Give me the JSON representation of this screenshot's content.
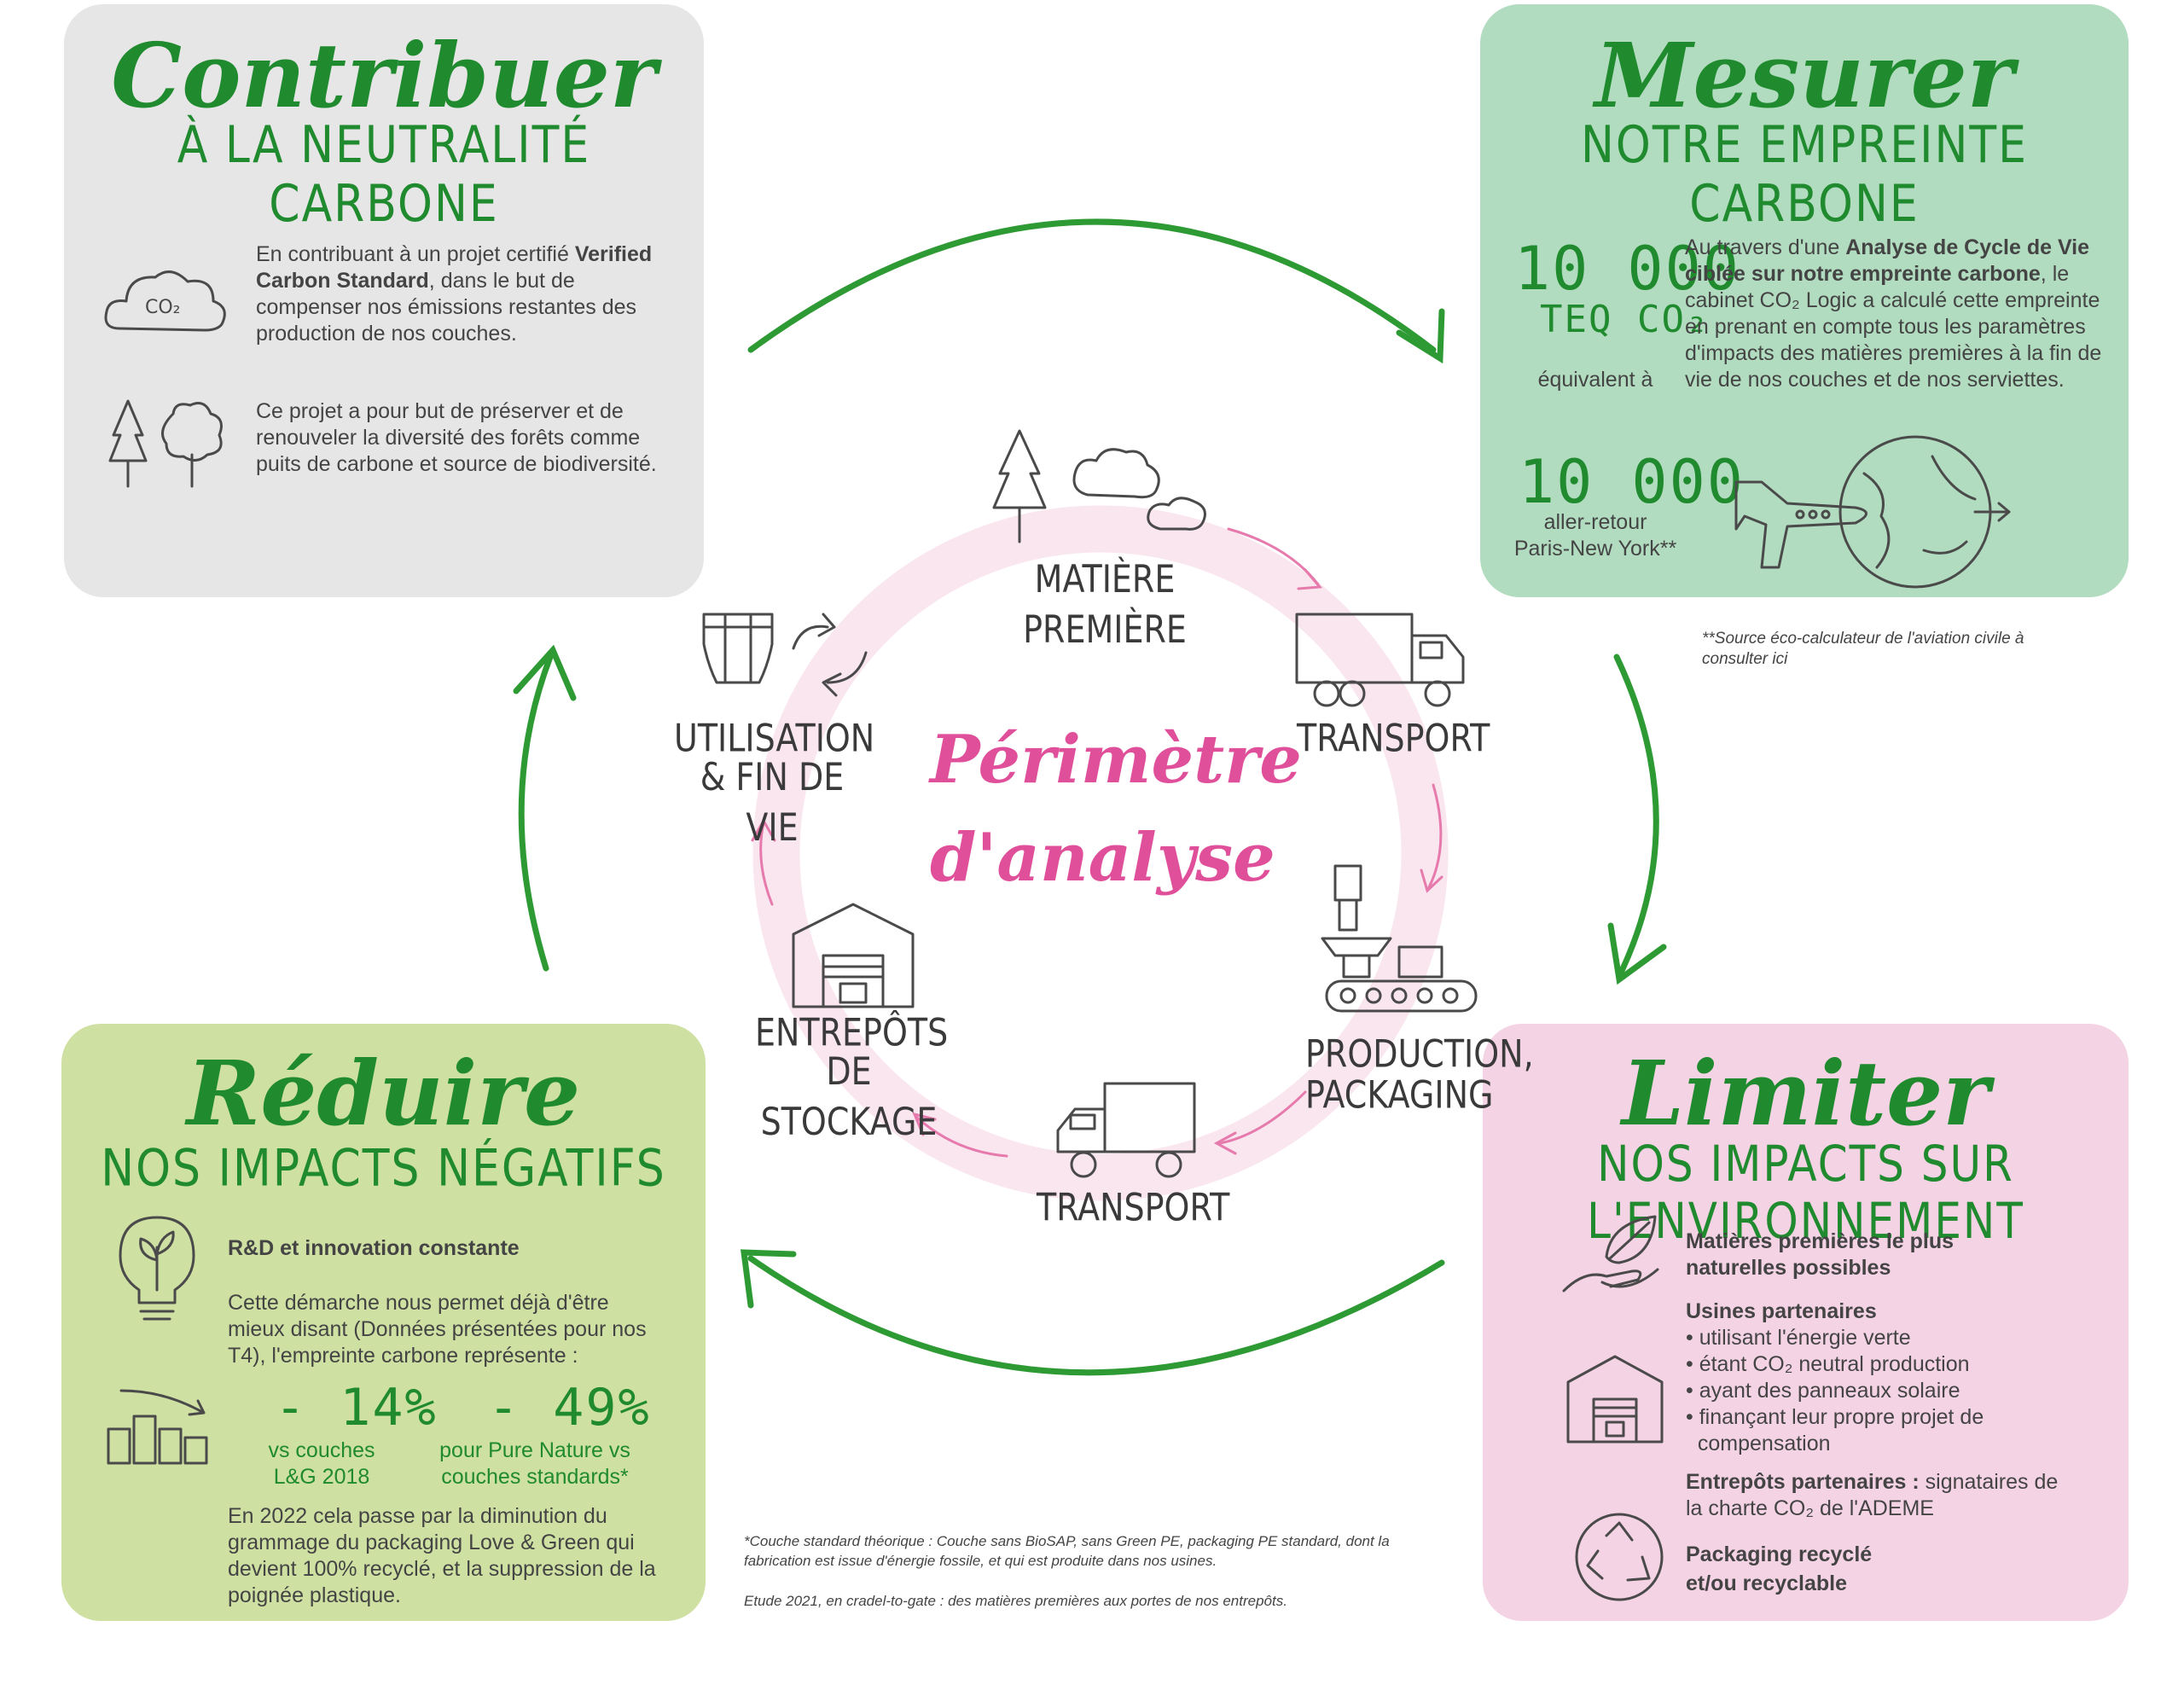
{
  "contribuer": {
    "title": "Contribuer",
    "subtitle": "À LA NEUTRALITÉ CARBONE",
    "p1_pre": "En contribuant à un projet certifié ",
    "p1_bold": "Verified Carbon Standard",
    "p1_post": ", dans le but de compenser nos émissions restantes des production de nos couches.",
    "p2": "Ce projet a pour but de préserver et de renouveler la diversité des forêts comme puits de carbone et source de biodiversité.",
    "co2_label": "CO₂"
  },
  "mesurer": {
    "title": "Mesurer",
    "subtitle": "NOTRE EMPREINTE CARBONE",
    "big1": "10 000",
    "unit1": "TEQ CO₂",
    "equiv": "équivalent à",
    "big2": "10 000",
    "trip_line1": "aller-retour",
    "trip_line2": "Paris-New York**",
    "p_pre": "Au travers d'une ",
    "p_bold": "Analyse de Cycle de Vie ciblée sur notre empreinte carbone",
    "p_post": ", le cabinet CO₂ Logic a calculé cette empreinte en prenant en compte tous les paramètres d'impacts des matières premières à la fin de vie de nos couches et de nos serviettes.",
    "source_note": "**Source éco-calculateur de l'aviation civile à consulter ici"
  },
  "reduire": {
    "title": "Réduire",
    "subtitle": "NOS IMPACTS NÉGATIFS",
    "rd": "R&D et innovation constante",
    "p1": "Cette démarche nous permet déjà d'être mieux disant (Données présentées pour nos T4), l'empreinte carbone représente :",
    "stat1": "- 14%",
    "stat1_label": "vs couches L&G 2018",
    "stat2": "- 49%",
    "stat2_label": "pour Pure Nature vs couches standards*",
    "p2": "En 2022 cela passe par la diminution du grammage du packaging Love & Green qui devient 100% recyclé, et la suppression de la poignée plastique."
  },
  "limiter": {
    "title": "Limiter",
    "subtitle": "NOS IMPACTS SUR L'ENVIRONNEMENT",
    "item1": "Matières premières le plus naturelles possibles",
    "item2_title": "Usines partenaires",
    "item2_bullets": [
      "• utilisant l'énergie verte",
      "• étant CO₂ neutral production",
      "• ayant des panneaux solaire",
      "• finançant leur propre projet de",
      "  compensation"
    ],
    "item3_bold": "Entrepôts partenaires :",
    "item3_rest": " signataires de la charte CO₂ de l'ADEME",
    "item4": "Packaging recyclé et/ou recyclable"
  },
  "cycle": {
    "title_line1": "Périmètre",
    "title_line2": "d'analyse",
    "steps": {
      "matiere": "MATIÈRE PREMIÈRE",
      "transport1": "TRANSPORT",
      "production_l1": "PRODUCTION,",
      "production_l2": "PACKAGING",
      "transport2": "TRANSPORT",
      "entrepots_l1": "ENTREPÔTS",
      "entrepots_l2": "DE STOCKAGE",
      "utilisation_l1": "UTILISATION",
      "utilisation_l2": "& FIN DE VIE"
    }
  },
  "footnote": {
    "line1": "*Couche standard théorique : Couche sans BioSAP, sans Green PE, packaging PE standard, dont la fabrication est issue d'énergie fossile, et qui est produite dans nos usines.",
    "line2": "Etude 2021, en cradel-to-gate : des matières premières aux portes de nos entrepôts."
  },
  "colors": {
    "green_text": "#1f8a2e",
    "pink_text": "#e0509a",
    "card_grey": "#e6e6e6",
    "card_mint": "#b2dcc0",
    "card_lime": "#cfe0a3",
    "card_pink": "#f4d3e4"
  }
}
